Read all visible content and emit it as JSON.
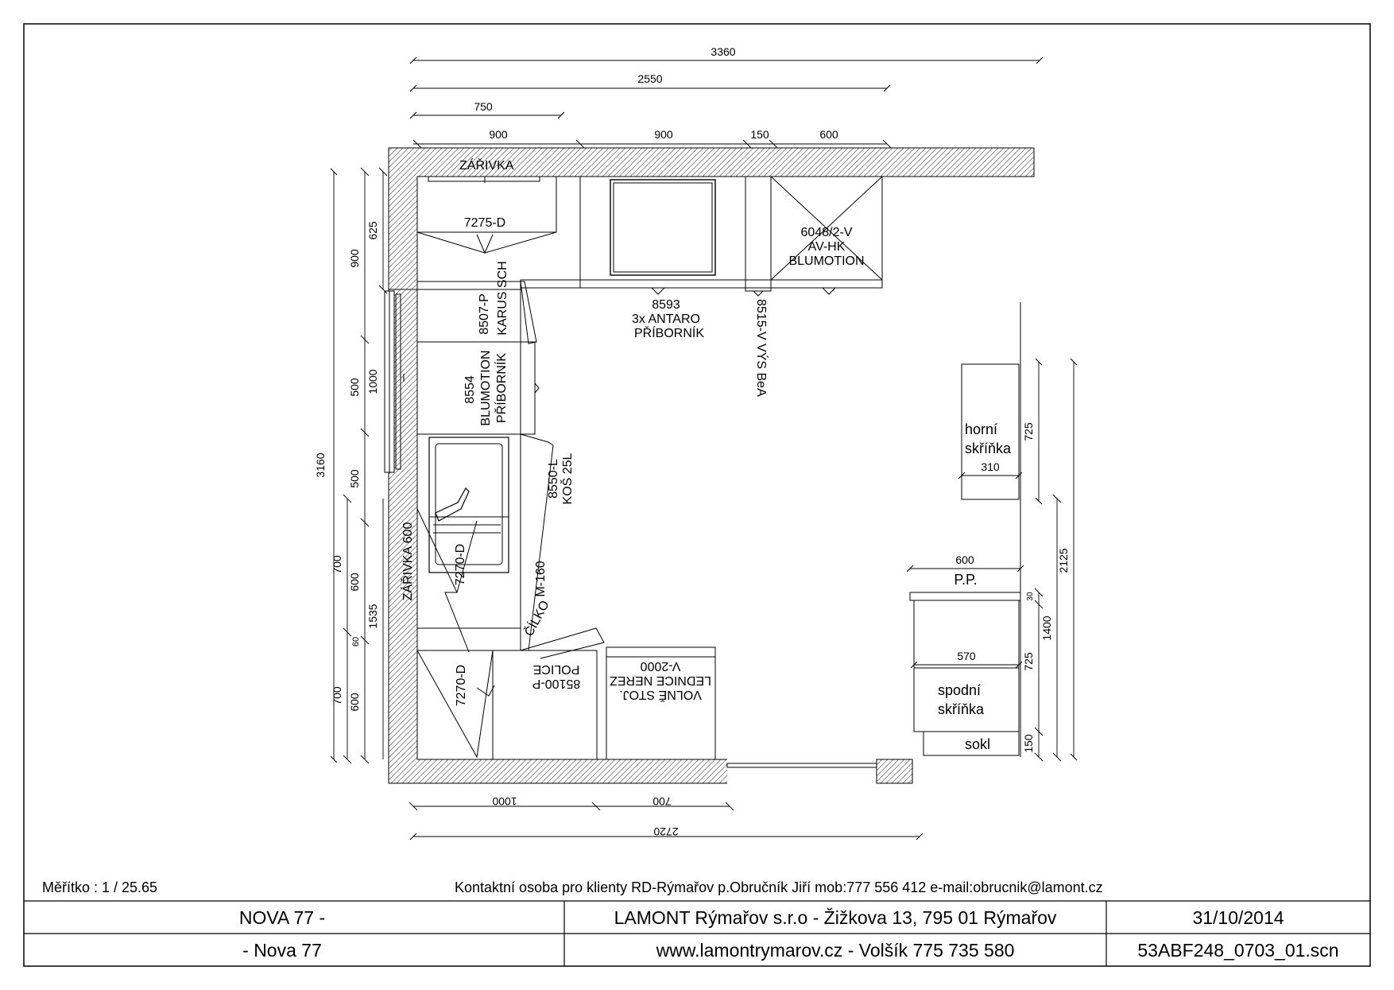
{
  "dimensions": {
    "top_3360": "3360",
    "top_2550": "2550",
    "top_750": "750",
    "top_900a": "900",
    "top_900b": "900",
    "top_150": "150",
    "top_600": "600",
    "left_3160": "3160",
    "left_900": "900",
    "left_625": "625",
    "left_1000": "1000",
    "left_500a": "500",
    "left_500b": "500",
    "left_1535": "1535",
    "left_700a": "700",
    "left_600a": "600",
    "left_60": "60",
    "left_700b": "700",
    "left_600b": "600",
    "bottom_1000": "1000",
    "bottom_700": "700",
    "bottom_2720": "2720",
    "side_725a": "725",
    "side_2125": "2125",
    "side_310": "310",
    "side_600": "600",
    "side_30": "30",
    "side_1400": "1400",
    "side_570": "570",
    "side_725b": "725",
    "side_150": "150"
  },
  "labels": {
    "zarivka_top": "ZÁŘIVKA",
    "cab_7275": "7275-D",
    "cab_6048_1": "6048/2-V",
    "cab_6048_2": "AV-HK",
    "cab_6048_3": "BLUMOTION",
    "cab_8593_1": "8593",
    "cab_8593_2": "3x ANTARO",
    "cab_8593_3": "PŘÍBORNÍK",
    "cab_8515": "8515-V VÝS BeA",
    "cab_8507_1": "8507-P",
    "cab_8507_2": "KARUS SCH",
    "cab_8554_1": "8554",
    "cab_8554_2": "BLUMOTION",
    "cab_8554_3": "PŘÍBORNÍK",
    "cab_8550_1": "8550-L",
    "cab_8550_2": "KOŠ 25L",
    "zarivka_side": "ZÁŘIVKA 600",
    "cab_7270_a": "7270-D",
    "cab_m160": "M-160",
    "cilko": "ČÍLKO",
    "cab_7270_b": "7270-D",
    "cab_85100_1": "85100-P",
    "cab_85100_2": "POLICE",
    "fridge_1": "VOLNĚ STOJ.",
    "fridge_2": "LEDNICE NEREZ",
    "fridge_3": "V-2000",
    "horni_1": "horní",
    "horni_2": "skříňka",
    "pp": "P.P.",
    "spodni_1": "spodní",
    "spodni_2": "skříňka",
    "sokl": "sokl"
  },
  "footer": {
    "scale": "Měřítko : 1 / 25.65",
    "contact": "Kontaktní osoba pro klienty RD-Rýmařov p.Obručník Jiří mob:777 556 412 e-mail:obrucnik@lamont.cz"
  },
  "title_block": {
    "project_1": "NOVA 77  -",
    "project_2": "-  Nova 77",
    "company": "LAMONT Rýmařov s.r.o - Žižkova 13, 795 01 Rýmařov",
    "web": "www.lamontrymarov.cz - Volšík 775 735 580",
    "date": "31/10/2014",
    "file": "53ABF248_0703_01.scn"
  }
}
